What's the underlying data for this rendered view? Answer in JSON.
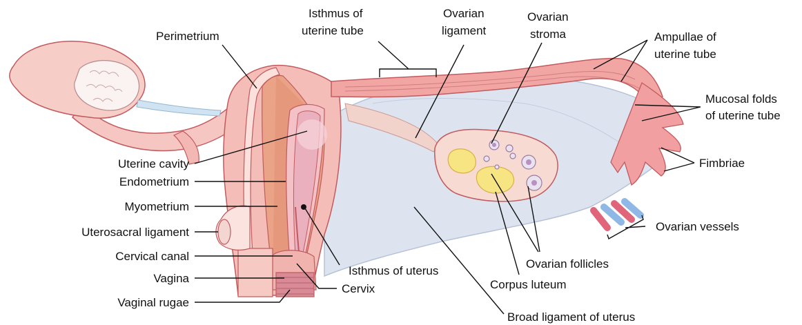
{
  "labels": {
    "perimetrium": "Perimetrium",
    "isthmus_tube_1": "Isthmus of",
    "isthmus_tube_2": "uterine tube",
    "ovarian_ligament_1": "Ovarian",
    "ovarian_ligament_2": "ligament",
    "ovarian_stroma_1": "Ovarian",
    "ovarian_stroma_2": "stroma",
    "ampullae_1": "Ampullae of",
    "ampullae_2": "uterine tube",
    "mucosal_1": "Mucosal folds",
    "mucosal_2": "of uterine tube",
    "fimbriae": "Fimbriae",
    "ovarian_vessels": "Ovarian vessels",
    "uterine_cavity": "Uterine cavity",
    "endometrium": "Endometrium",
    "myometrium": "Myometrium",
    "uterosacral": "Uterosacral ligament",
    "cervical_canal": "Cervical canal",
    "vagina": "Vagina",
    "vaginal_rugae": "Vaginal rugae",
    "isthmus_uterus": "Isthmus of uterus",
    "cervix": "Cervix",
    "ovarian_follicles": "Ovarian follicles",
    "corpus_luteum": "Corpus luteum",
    "broad_ligament": "Broad ligament of uterus"
  },
  "colors": {
    "tissue_pink": "#f4b8b4",
    "tissue_light": "#fbd9d5",
    "tissue_dark": "#e98a88",
    "muscle": "#e59a82",
    "outline": "#c25a5e",
    "broad_ligament": "#dfe6f2",
    "ovary": "#f7ddd6",
    "corpus_luteum": "#f6e27a",
    "vessel_red": "#e0657a",
    "vessel_blue": "#8fb8e6",
    "leader": "#111111"
  }
}
